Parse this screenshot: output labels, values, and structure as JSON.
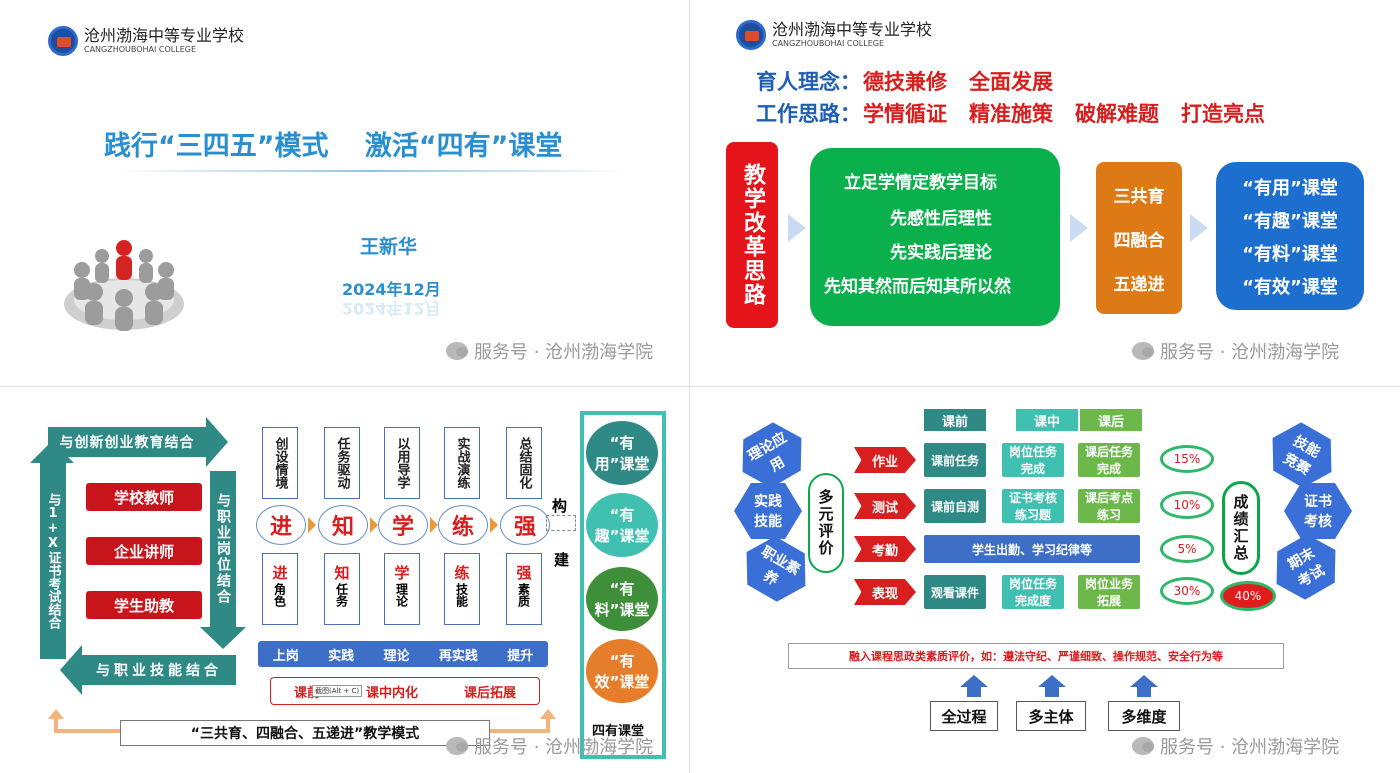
{
  "logo": {
    "cn": "沧州渤海中等专业学校",
    "en": "CANGZHOUBOHAI  COLLEGE"
  },
  "watermark": "服务号 · 沧州渤海学院",
  "p1": {
    "title": "践行“三四五”模式　 激活“四有”课堂",
    "author": "王新华",
    "date": "2024年12月"
  },
  "p2": {
    "line1_label": "育人理念：",
    "line1_items": [
      "德技兼修",
      "全面发展"
    ],
    "line2_label": "工作思路：",
    "line2_items": [
      "学情循证",
      "精准施策",
      "破解难题",
      "打造亮点"
    ],
    "red_box": "教学改革思路",
    "green_lines": [
      "立足学情定教学目标",
      "先感性后理性",
      "先实践后理论",
      "先知其然而后知其所以然"
    ],
    "orange_lines": [
      "三共育",
      "四融合",
      "五递进"
    ],
    "blue_lines": [
      "“有用”课堂",
      "“有趣”课堂",
      "“有料”课堂",
      "“有效”课堂"
    ]
  },
  "p3": {
    "top_arrow": "与创新创业教育结合",
    "left_arrow": "与1+X证书考试结合",
    "right_arrow": "与职业岗位结合",
    "bottom_arrow": "与职业技能结合",
    "roles": [
      "学校教师",
      "企业讲师",
      "学生助教"
    ],
    "top_boxes": [
      "创设情境",
      "任务驱动",
      "以用导学",
      "实战演练",
      "总结固化"
    ],
    "circles": [
      "进",
      "知",
      "学",
      "练",
      "强"
    ],
    "bottom_boxes": [
      [
        "进",
        "角色"
      ],
      [
        "知",
        "任务"
      ],
      [
        "学",
        "理论"
      ],
      [
        "练",
        "技能"
      ],
      [
        "强",
        "素质"
      ]
    ],
    "construct": [
      "构",
      "建"
    ],
    "steps": [
      "上岗",
      "实践",
      "理论",
      "再实践",
      "提升"
    ],
    "phases": [
      "课前",
      "课中内化",
      "课后拓展"
    ],
    "phase_tag": "截图(Alt + C)",
    "bottom_title": "“三共育、四融合、五递进”教学模式",
    "classes": [
      "“有用”课堂",
      "“有趣”课堂",
      "“有料”课堂",
      "“有效”课堂"
    ],
    "four_label": "四有课堂"
  },
  "p4": {
    "heads": [
      "课前",
      "课中",
      "课后"
    ],
    "left_hex": [
      "理论应用",
      "实践技能",
      "职业素养"
    ],
    "multi": "多元评价",
    "rows": [
      {
        "label": "作业",
        "cells": [
          "课前任务",
          "岗位任务完成",
          "课后任务完成"
        ],
        "pct": "15%"
      },
      {
        "label": "测试",
        "cells": [
          "课前自测",
          "证书考核练习题",
          "课后考点练习"
        ],
        "pct": "10%"
      },
      {
        "label": "考勤",
        "cells": [
          "学生出勤、学习纪律等"
        ],
        "pct": "5%"
      },
      {
        "label": "表现",
        "cells": [
          "观看课件",
          "岗位任务完成度",
          "岗位业务拓展"
        ],
        "pct": "30%"
      }
    ],
    "summary": "成绩汇总",
    "summary_pct": "40%",
    "right_hex": [
      "技能竞赛",
      "证书考核",
      "期末考试"
    ],
    "bottom_text": "融入课程思政类素质评价，如：遵法守纪、严谨细致、操作规范、安全行为等",
    "dims": [
      "全过程",
      "多主体",
      "多维度"
    ],
    "colors": {
      "red": "#e01d1d",
      "green": "#0aa64b",
      "blue": "#1f6ad0",
      "teal": "#2f8a86",
      "orange": "#e07a1c"
    }
  }
}
